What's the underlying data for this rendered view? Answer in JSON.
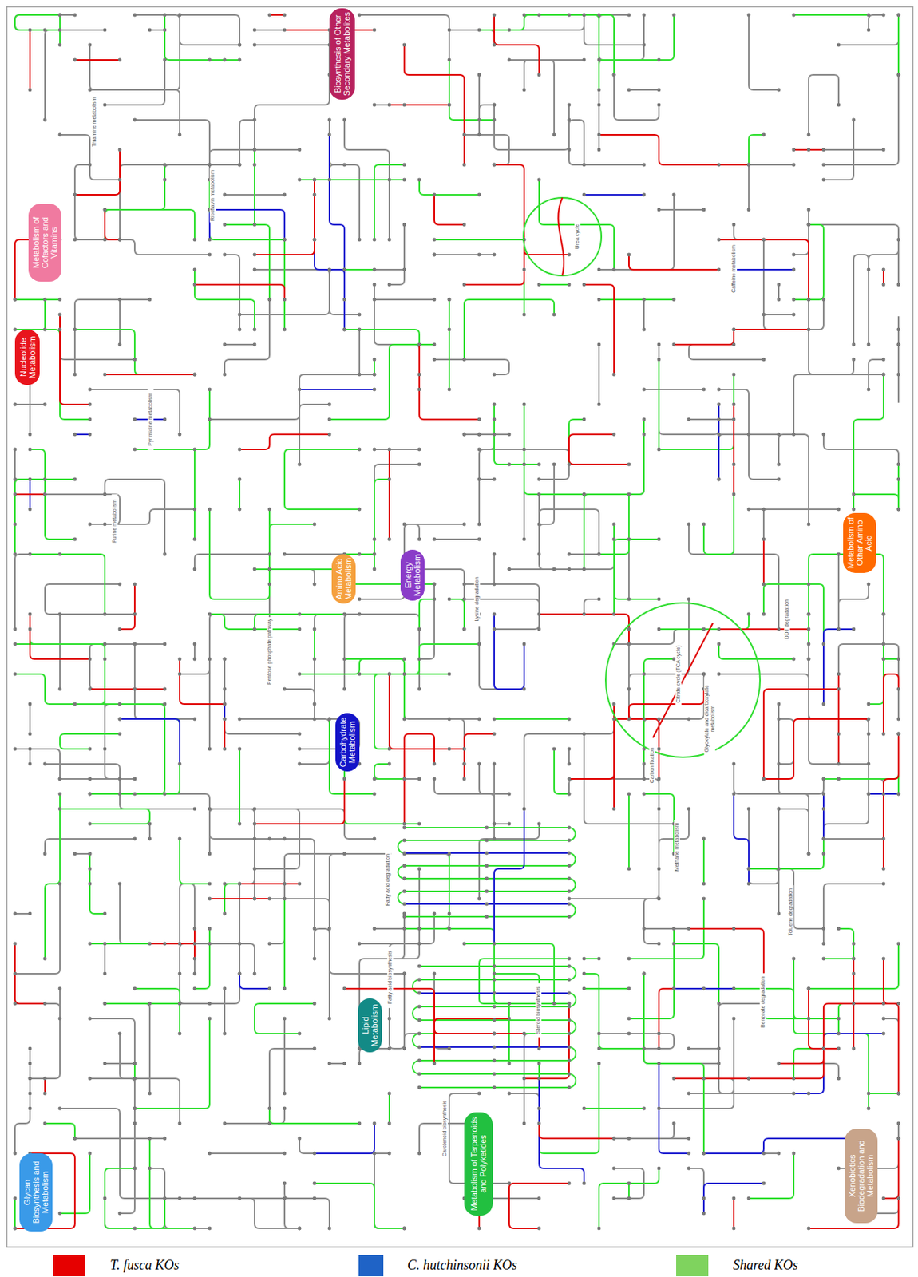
{
  "diagram": {
    "nodes": [
      {
        "text": [
          "Biosynthesis of Other Secondary Metabolites"
        ]
      },
      {
        "text": [
          "Metabolism of Cofactors and Vitamins"
        ]
      },
      {
        "text": [
          "Nucleotide Metabolism"
        ]
      },
      {
        "text": [
          "Amino Acid Metabolism"
        ]
      },
      {
        "text": [
          "Energy Metabolism"
        ]
      },
      {
        "text": [
          "Metabolism of Other Amino Acid"
        ]
      },
      {
        "text": [
          "Carbohydrate Metabolism"
        ]
      },
      {
        "text": [
          "Lipid Metabolism"
        ]
      },
      {
        "text": [
          "Glycan Biosynthesis and Metabolism"
        ]
      },
      {
        "text": [
          "Metabolism of Terpenoids and Polyketides"
        ]
      },
      {
        "text": [
          "Xenobiotics Biodegradation and Metabolism"
        ]
      }
    ],
    "labels": [
      "Thiamine metabolism",
      "Riboflavin metabolism",
      "Purine metabolism",
      "Pyrimidine metabolism",
      "Urea cycle",
      "Caffeine metabolism",
      "Lysine degradation",
      "Pentose phosphate pathway",
      "Citrate cycle (TCA cycle)",
      "Glyoxylate and dicarboxylate metabolism",
      "Carbon fixation",
      "DDT degradation",
      "Fatty acid degradation",
      "Fatty acid biosynthesis",
      "Methane metabolism",
      "Toluene degradation",
      "Benzoate degradation",
      "Steroid biosynthesis",
      "Carotenoid biosynthesis"
    ],
    "legend": [
      {
        "text": "T. fusca KOs",
        "color": "#e60000"
      },
      {
        "text": "C. hutchinsonii KOs",
        "color": "#1f63c6"
      },
      {
        "text": "Shared KOs",
        "color": "#7fd35e"
      }
    ]
  }
}
